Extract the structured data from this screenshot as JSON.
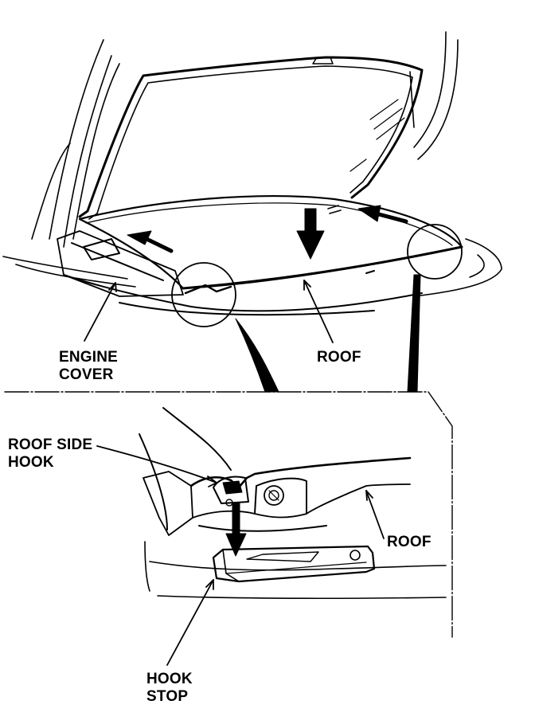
{
  "labels": {
    "engine_cover_line1": "ENGINE",
    "engine_cover_line2": "COVER",
    "roof_top": "ROOF",
    "roof_side_hook_line1": "ROOF SIDE",
    "roof_side_hook_line2": "HOOK",
    "roof_bottom": "ROOF",
    "hook_stop_line1": "HOOK",
    "hook_stop_line2": "STOP"
  },
  "colors": {
    "ink": "#000000",
    "paper": "#ffffff"
  }
}
